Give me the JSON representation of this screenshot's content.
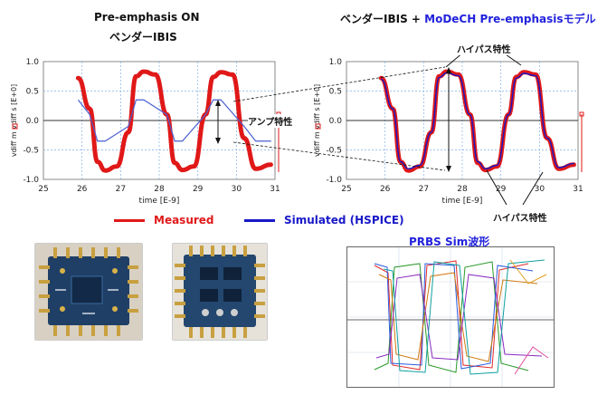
{
  "left_title": {
    "line1": "Pre-emphasis ON",
    "line2": "ベンダーIBIS"
  },
  "right_title": {
    "prefix": "ベンダーIBIS + ",
    "highlight": "MoDeCH Pre-emphasis",
    "suffix": "モデル"
  },
  "plots": {
    "y_label": "vdiff m  vdiff s  [E+0]",
    "x_label": "time  [E-9]",
    "x_ticks": [
      "25",
      "26",
      "27",
      "28",
      "29",
      "30",
      "31"
    ],
    "y_ticks": [
      "1.0",
      "0.5",
      "0.0",
      "-0.5",
      "-1.0"
    ]
  },
  "annotations": {
    "amp": "アンプ特性",
    "highpass_top": "ハイパス特性",
    "highpass_bottom": "ハイパス特性"
  },
  "legend": {
    "measured": "Measured",
    "simulated": "Simulated (HSPICE)",
    "measured_color": "#e01818",
    "simulated_color": "#1818c8"
  },
  "prbs": {
    "title": "PRBS Sim波形"
  },
  "chart_data": [
    {
      "type": "line",
      "x_range": [
        25,
        31
      ],
      "y_range": [
        -1.0,
        1.0
      ],
      "series": [
        {
          "name": "Measured",
          "x": [
            25.9,
            26.2,
            26.4,
            26.6,
            26.9,
            27.2,
            27.4,
            27.6,
            27.9,
            28.2,
            28.4,
            28.6,
            28.9,
            29.2,
            29.4,
            29.6,
            29.9,
            30.2,
            30.5,
            30.9
          ],
          "y": [
            0.72,
            0.2,
            -0.7,
            -0.85,
            -0.78,
            -0.2,
            0.75,
            0.83,
            0.78,
            0.1,
            -0.72,
            -0.84,
            -0.78,
            0.1,
            0.74,
            0.82,
            0.78,
            -0.3,
            -0.82,
            -0.75
          ]
        },
        {
          "name": "Simulated (HSPICE)",
          "x": [
            25.9,
            26.2,
            26.4,
            26.6,
            27.2,
            27.4,
            27.6,
            28.2,
            28.4,
            28.6,
            29.2,
            29.4,
            29.6,
            30.2,
            30.5,
            30.9
          ],
          "y": [
            0.35,
            0.1,
            -0.35,
            -0.35,
            -0.1,
            0.35,
            0.35,
            0.1,
            -0.35,
            -0.35,
            0.1,
            0.35,
            0.35,
            -0.1,
            -0.35,
            -0.35
          ]
        }
      ]
    },
    {
      "type": "line",
      "x_range": [
        25,
        31
      ],
      "y_range": [
        -1.0,
        1.0
      ],
      "series": [
        {
          "name": "Measured",
          "x": [
            25.9,
            26.2,
            26.4,
            26.6,
            26.9,
            27.2,
            27.4,
            27.6,
            27.9,
            28.2,
            28.4,
            28.6,
            28.9,
            29.2,
            29.4,
            29.6,
            29.9,
            30.2,
            30.5,
            30.9
          ],
          "y": [
            0.72,
            0.2,
            -0.7,
            -0.85,
            -0.78,
            -0.2,
            0.75,
            0.83,
            0.78,
            0.1,
            -0.72,
            -0.84,
            -0.78,
            0.1,
            0.74,
            0.82,
            0.78,
            -0.3,
            -0.82,
            -0.75
          ]
        },
        {
          "name": "Simulated (HSPICE)",
          "x": [
            25.9,
            26.2,
            26.4,
            26.6,
            26.9,
            27.2,
            27.4,
            27.6,
            27.9,
            28.2,
            28.4,
            28.6,
            28.9,
            29.2,
            29.4,
            29.6,
            29.9,
            30.2,
            30.5,
            30.9
          ],
          "y": [
            0.7,
            0.2,
            -0.7,
            -0.82,
            -0.76,
            -0.2,
            0.73,
            0.81,
            0.76,
            0.1,
            -0.7,
            -0.82,
            -0.76,
            0.1,
            0.72,
            0.8,
            0.76,
            -0.3,
            -0.8,
            -0.73
          ]
        }
      ]
    }
  ]
}
